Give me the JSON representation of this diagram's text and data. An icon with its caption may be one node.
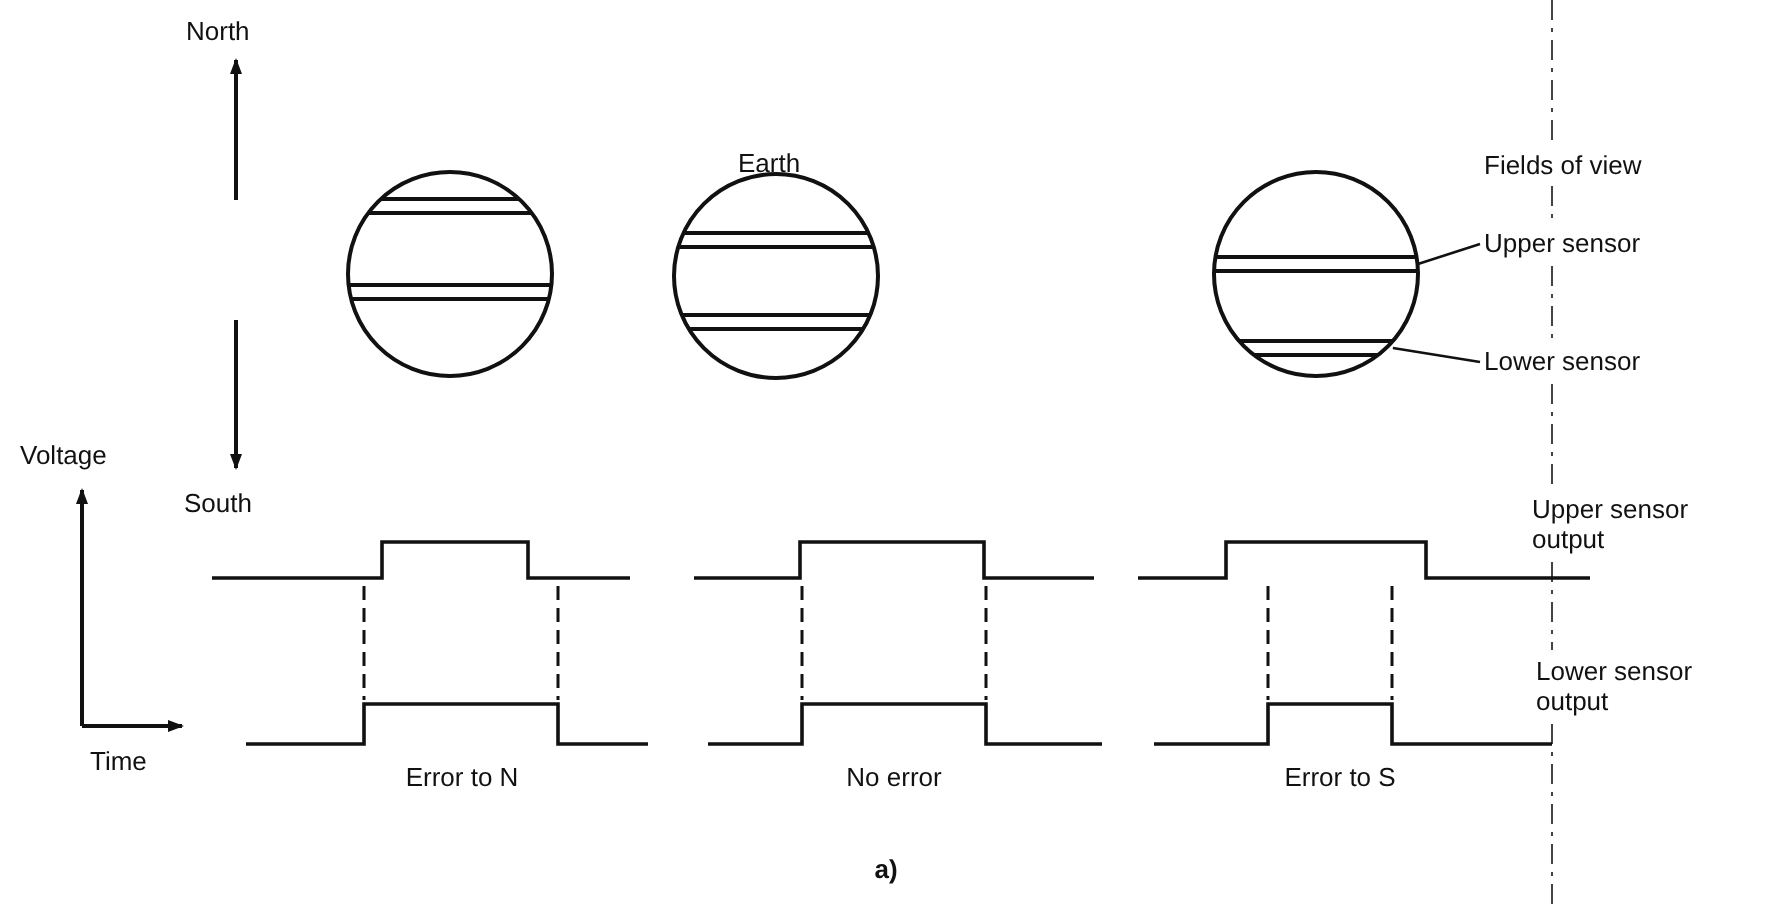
{
  "diagram": {
    "caption": "a)",
    "nodes": [
      {
        "text": [
          "Upper sensor"
        ]
      },
      {
        "text": [],
        "shape": "bar"
      },
      {
        "text": [
          "Lower sensor"
        ]
      },
      {
        "text": [],
        "shape": "bar"
      }
    ],
    "edges": [
      {
        "from": 0,
        "to": 1,
        "arrow": "none"
      },
      {
        "from": 2,
        "to": 3,
        "arrow": "none"
      }
    ],
    "labels": [
      "North",
      "Earth",
      "Fields of view",
      "South",
      "Voltage",
      "Upper sensor output",
      "Lower sensor output",
      "Time",
      "Error to N",
      "No error",
      "Error to S"
    ]
  }
}
